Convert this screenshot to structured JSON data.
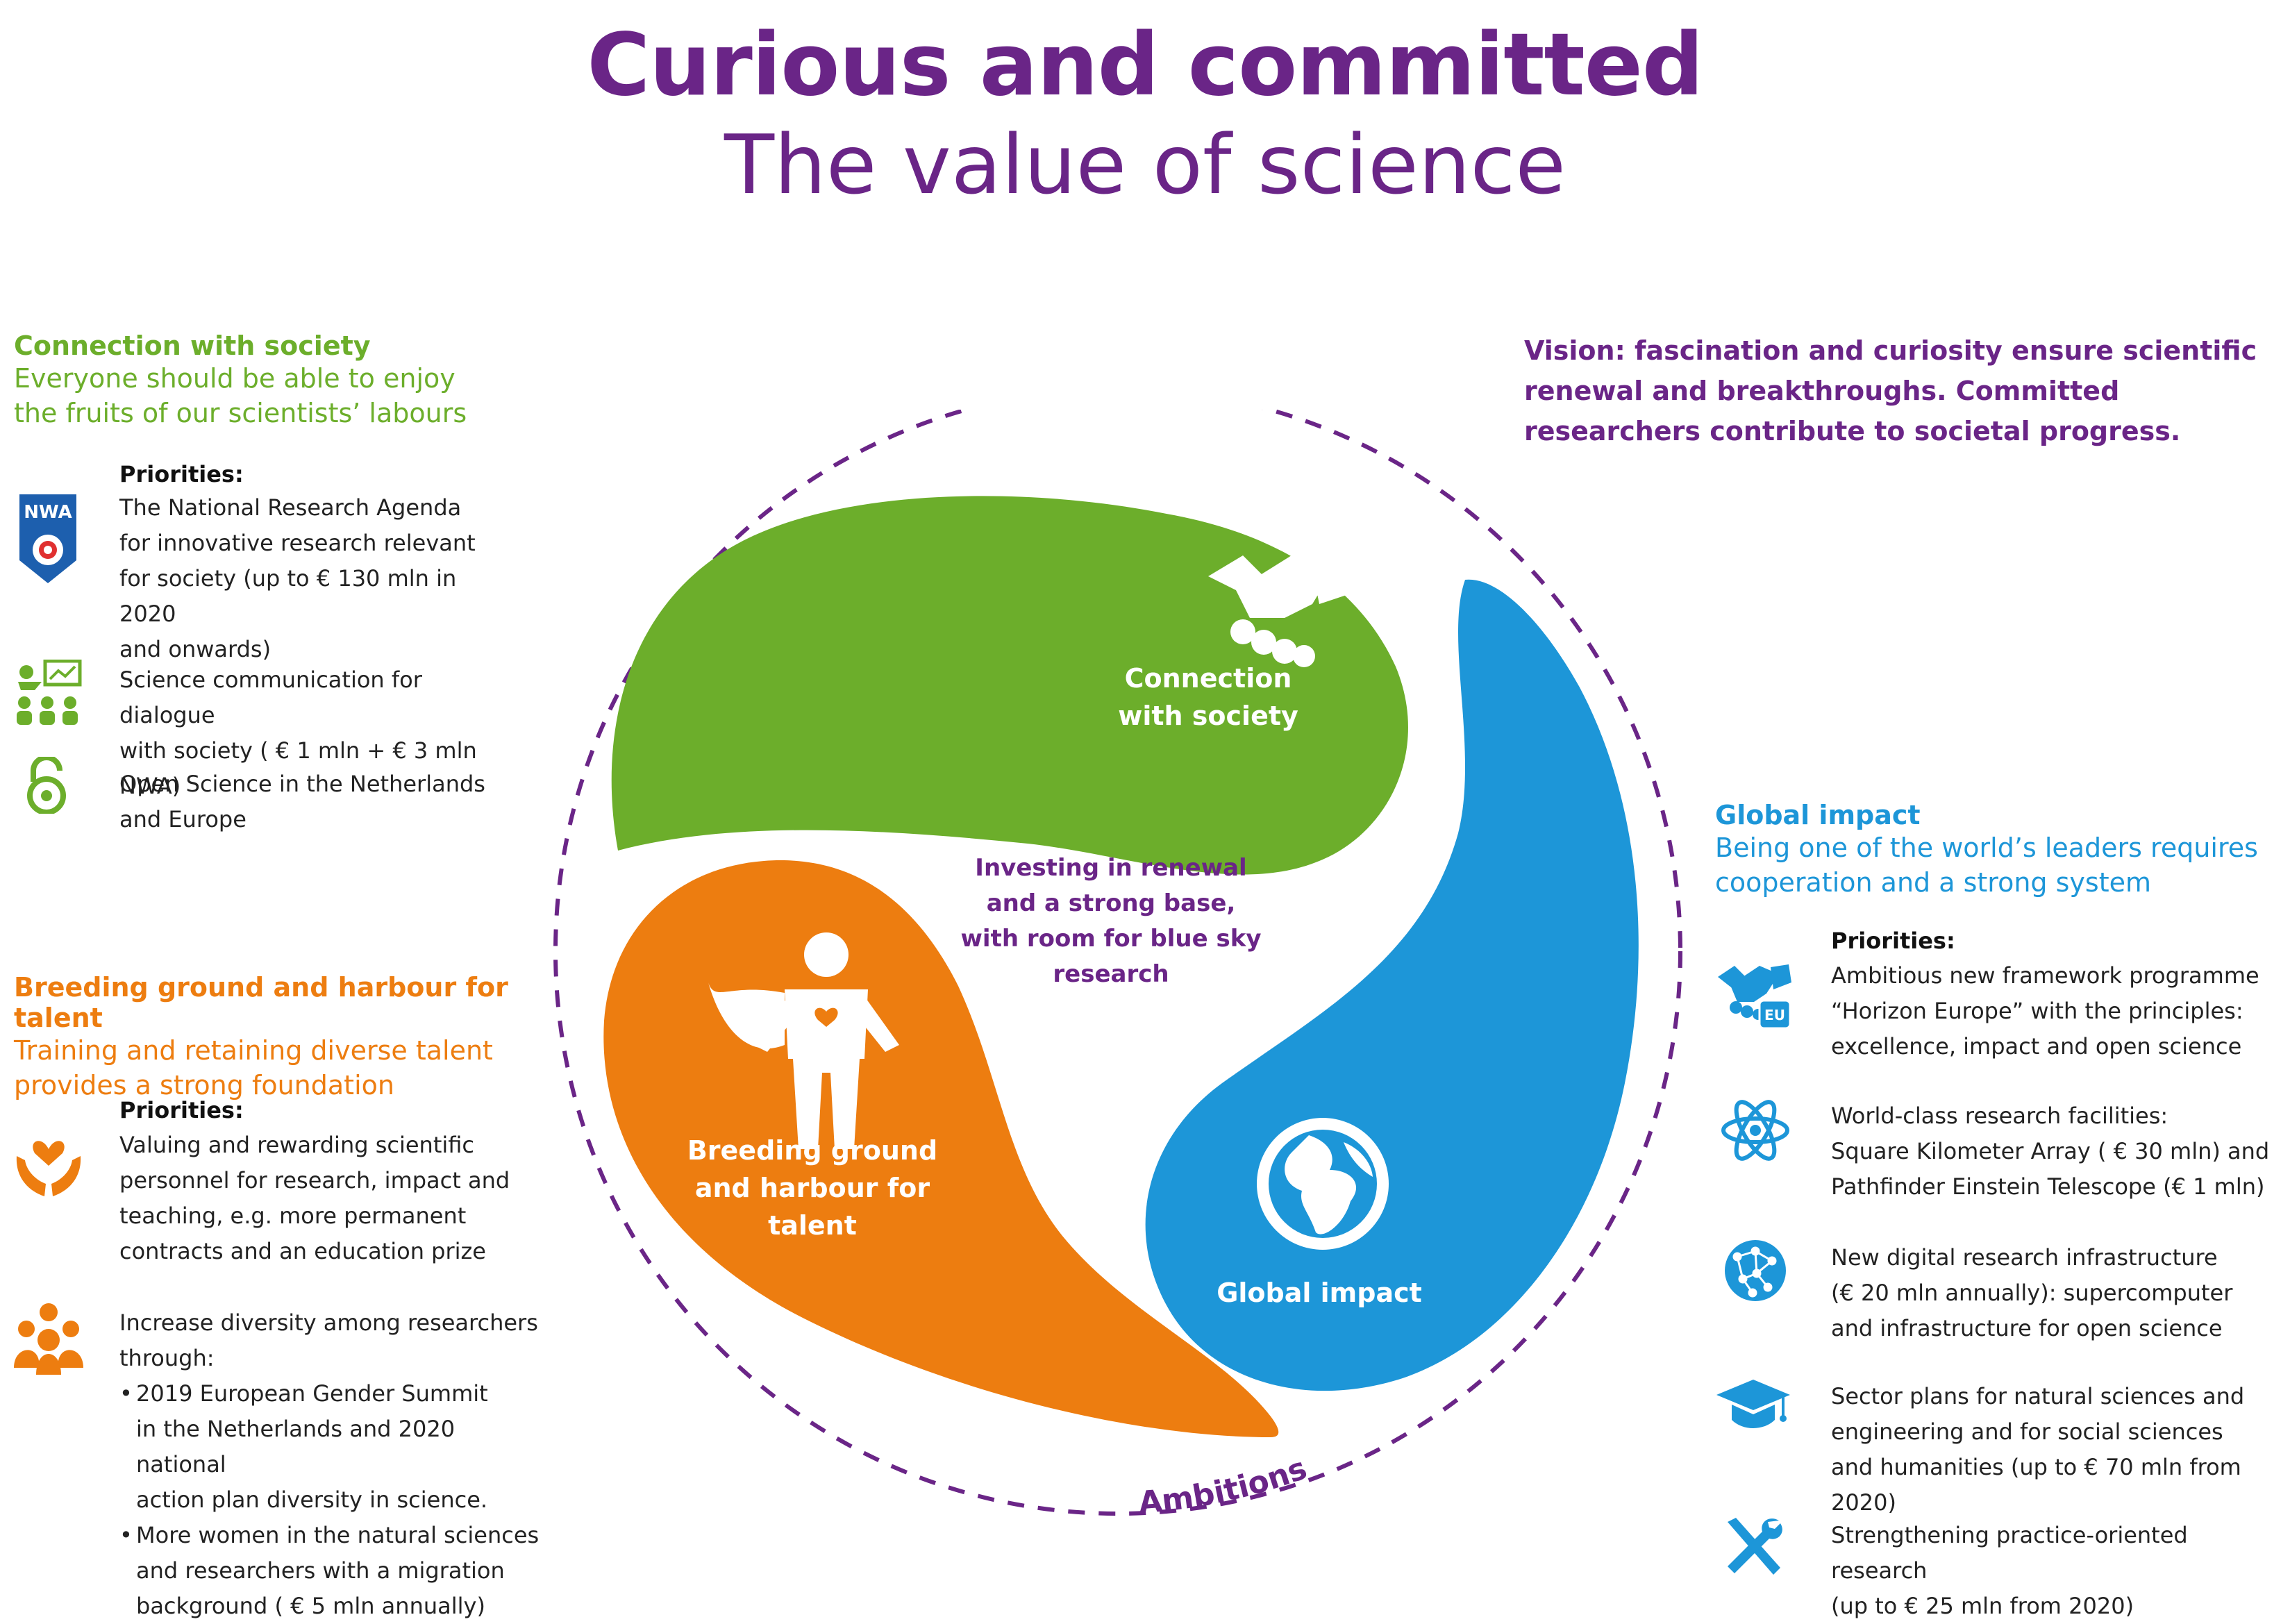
{
  "header": {
    "title": "Curious and committed",
    "subtitle": "The value of science"
  },
  "vision": "Vision: fascination and curiosity ensure scientific renewal and breakthroughs. Committed researchers contribute to societal progress.",
  "center_text": "Investing in renewal and a strong base, with room for blue sky research",
  "ambitions_label": "Ambitions",
  "drops": {
    "connection_label": "Connection with society",
    "talent_label": "Breeding ground and harbour for talent",
    "global_label": "Global  impact"
  },
  "colors": {
    "green": "#6cae2b",
    "orange": "#ed7d10",
    "blue": "#1d96d8",
    "purple": "#6a2587"
  },
  "connection": {
    "title": "Connection with society",
    "tagline_1": "Everyone should be able to enjoy",
    "tagline_2": "the fruits of our scientists’ labours",
    "priorities_label": "Priorities:",
    "nwa_badge": "NWA",
    "items": [
      {
        "icon": "nwa-logo",
        "lines": [
          "The National Research Agenda",
          "for innovative research relevant",
          "for society  (up to € 130 mln in 2020",
          "and onwards)"
        ]
      },
      {
        "icon": "audience-presentation-icon",
        "lines": [
          "Science communication for dialogue",
          "with society ( € 1 mln + €  3 mln NWA)"
        ]
      },
      {
        "icon": "open-lock-icon",
        "lines": [
          "Open Science in the Netherlands",
          "and Europe"
        ]
      }
    ]
  },
  "talent": {
    "title": "Breeding ground and harbour for talent",
    "tagline_1": "Training and retaining diverse talent",
    "tagline_2": "provides a strong foundation",
    "priorities_label": "Priorities:",
    "items": [
      {
        "icon": "heart-hands-icon",
        "lines": [
          "Valuing and rewarding scientific",
          "personnel for research, impact and",
          "teaching, e.g. more permanent",
          "contracts and an education prize"
        ]
      },
      {
        "icon": "diverse-people-icon",
        "lines": [
          "Increase diversity among researchers",
          "through:"
        ],
        "bullets": [
          [
            "2019 European Gender Summit",
            "in the Netherlands and 2020 national",
            "action plan diversity in science."
          ],
          [
            "More women in the natural sciences",
            "and researchers with a migration",
            "background ( € 5 mln annually)"
          ]
        ]
      }
    ]
  },
  "global": {
    "title": "Global impact",
    "tagline_1": "Being one of the world’s leaders requires",
    "tagline_2": "cooperation and a strong system",
    "priorities_label": "Priorities:",
    "eu_badge": "EU",
    "items": [
      {
        "icon": "eu-handshake-icon",
        "lines": [
          "Ambitious new framework programme",
          "“Horizon Europe” with the principles:",
          "excellence, impact and open science"
        ]
      },
      {
        "icon": "atom-icon",
        "lines": [
          "World-class research facilities:",
          "Square Kilometer Array ( € 30 mln) and",
          "Pathfinder Einstein Telescope (€ 1 mln)"
        ]
      },
      {
        "icon": "network-globe-icon",
        "lines": [
          "New digital research infrastructure",
          "(€ 20 mln annually):  supercomputer",
          "and infrastructure for open science"
        ]
      },
      {
        "icon": "graduation-cap-icon",
        "lines": [
          "Sector plans for natural sciences  and",
          "engineering and for  social sciences",
          "and humanities (up to € 70 mln from 2020)"
        ]
      },
      {
        "icon": "tools-icon",
        "lines": [
          "Strengthening practice-oriented research",
          "(up to € 25 mln from 2020)"
        ]
      }
    ]
  }
}
